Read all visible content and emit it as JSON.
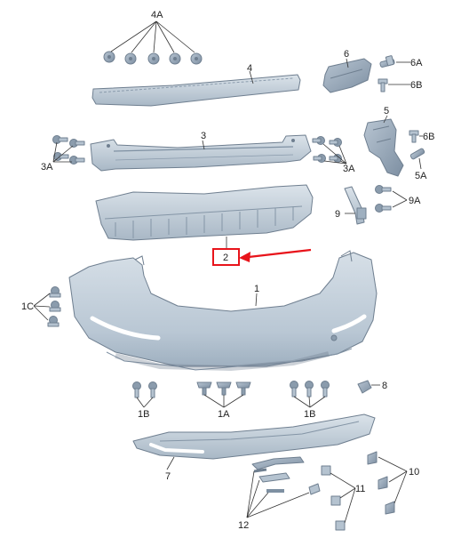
{
  "callouts": {
    "c4A": "4A",
    "c4": "4",
    "c6": "6",
    "c6A": "6A",
    "c6B_top": "6B",
    "c3": "3",
    "c3A_left": "3A",
    "c3A_right": "3A",
    "c5": "5",
    "c6B_mid": "6B",
    "c5A": "5A",
    "c9": "9",
    "c9A": "9A",
    "c2": "2",
    "c1": "1",
    "c1C": "1C",
    "c8": "8",
    "c1B_left": "1B",
    "c1A": "1A",
    "c1B_right": "1B",
    "c7": "7",
    "c10": "10",
    "c11": "11",
    "c12": "12"
  },
  "colors": {
    "part_fill": "#c9d4de",
    "part_shade": "#9fb0c0",
    "highlight": "#e8141b"
  },
  "highlighted_part": "2"
}
